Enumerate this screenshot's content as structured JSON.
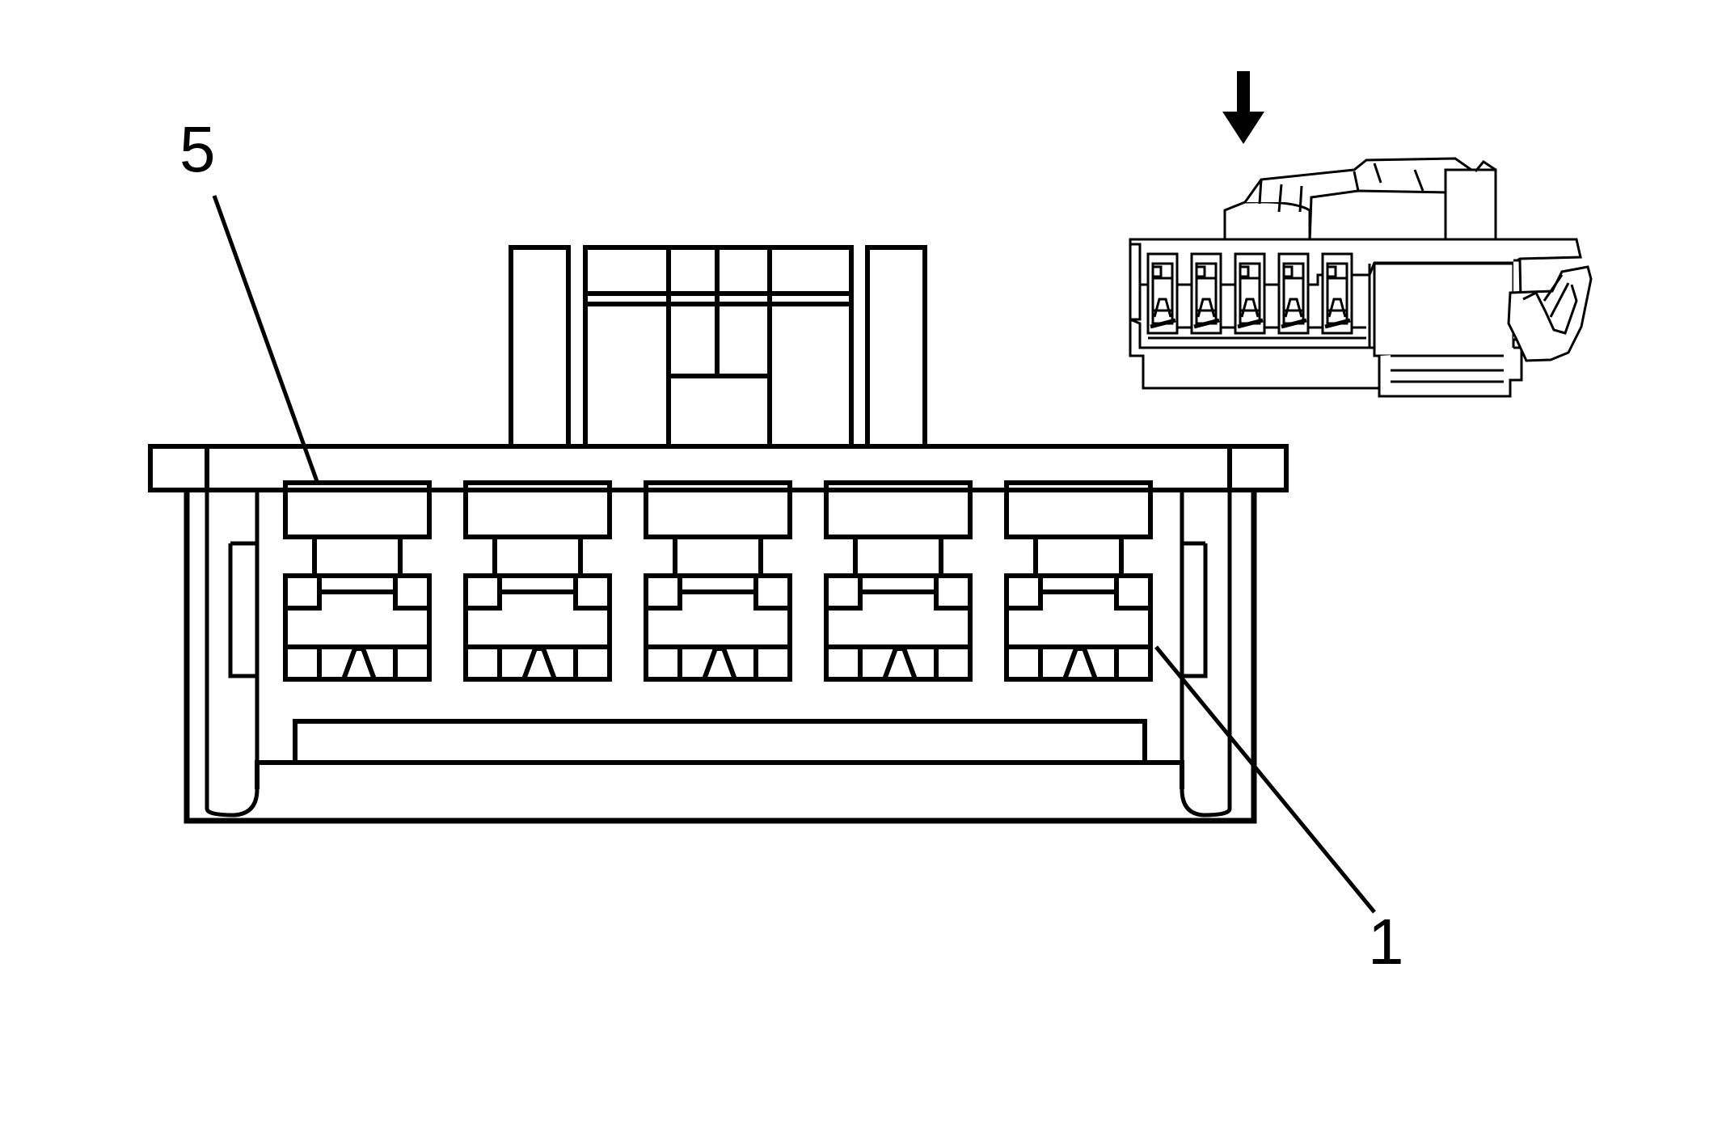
{
  "diagram": {
    "cavity_labels": {
      "left": "5",
      "right": "1"
    },
    "inset": {
      "arrow_icon": "down-arrow-icon",
      "cavity_count": 5
    },
    "colors": {
      "line": "#000000",
      "background": "#ffffff"
    }
  }
}
